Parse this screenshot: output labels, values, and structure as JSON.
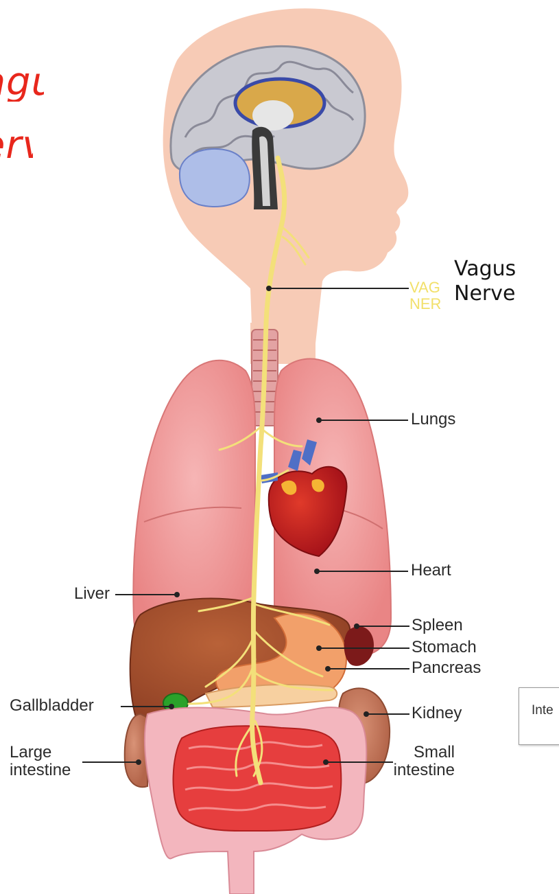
{
  "title": {
    "line1": "Vagus",
    "line2": "Nerve"
  },
  "vagus_label": {
    "line1": "Vagus",
    "line2": "Nerve"
  },
  "vagus_illustration_label": {
    "line1": "VAGUS",
    "line2": "NERVE"
  },
  "organ_labels": {
    "lungs": "Lungs",
    "heart": "Heart",
    "liver": "Liver",
    "spleen": "Spleen",
    "stomach": "Stomach",
    "pancreas": "Pancreas",
    "gallbladder": "Gallbladder",
    "kidney": "Kidney",
    "large_intestine": "Large intestine",
    "small_intestine": "Small intestine"
  },
  "cropped_box_text": "Inte",
  "colors": {
    "title_red": "#e8271c",
    "skin": "#f6c8b2",
    "nerve": "#f4e27a",
    "lungs": "#f09a9a",
    "liver": "#a85433",
    "heart": "#c61f1f",
    "small_intestine": "#e94b4b",
    "large_intestine": "#f3b8c0",
    "gallbladder": "#2aa22a",
    "spleen": "#7c1a1a",
    "kidney": "#c47a5e"
  }
}
